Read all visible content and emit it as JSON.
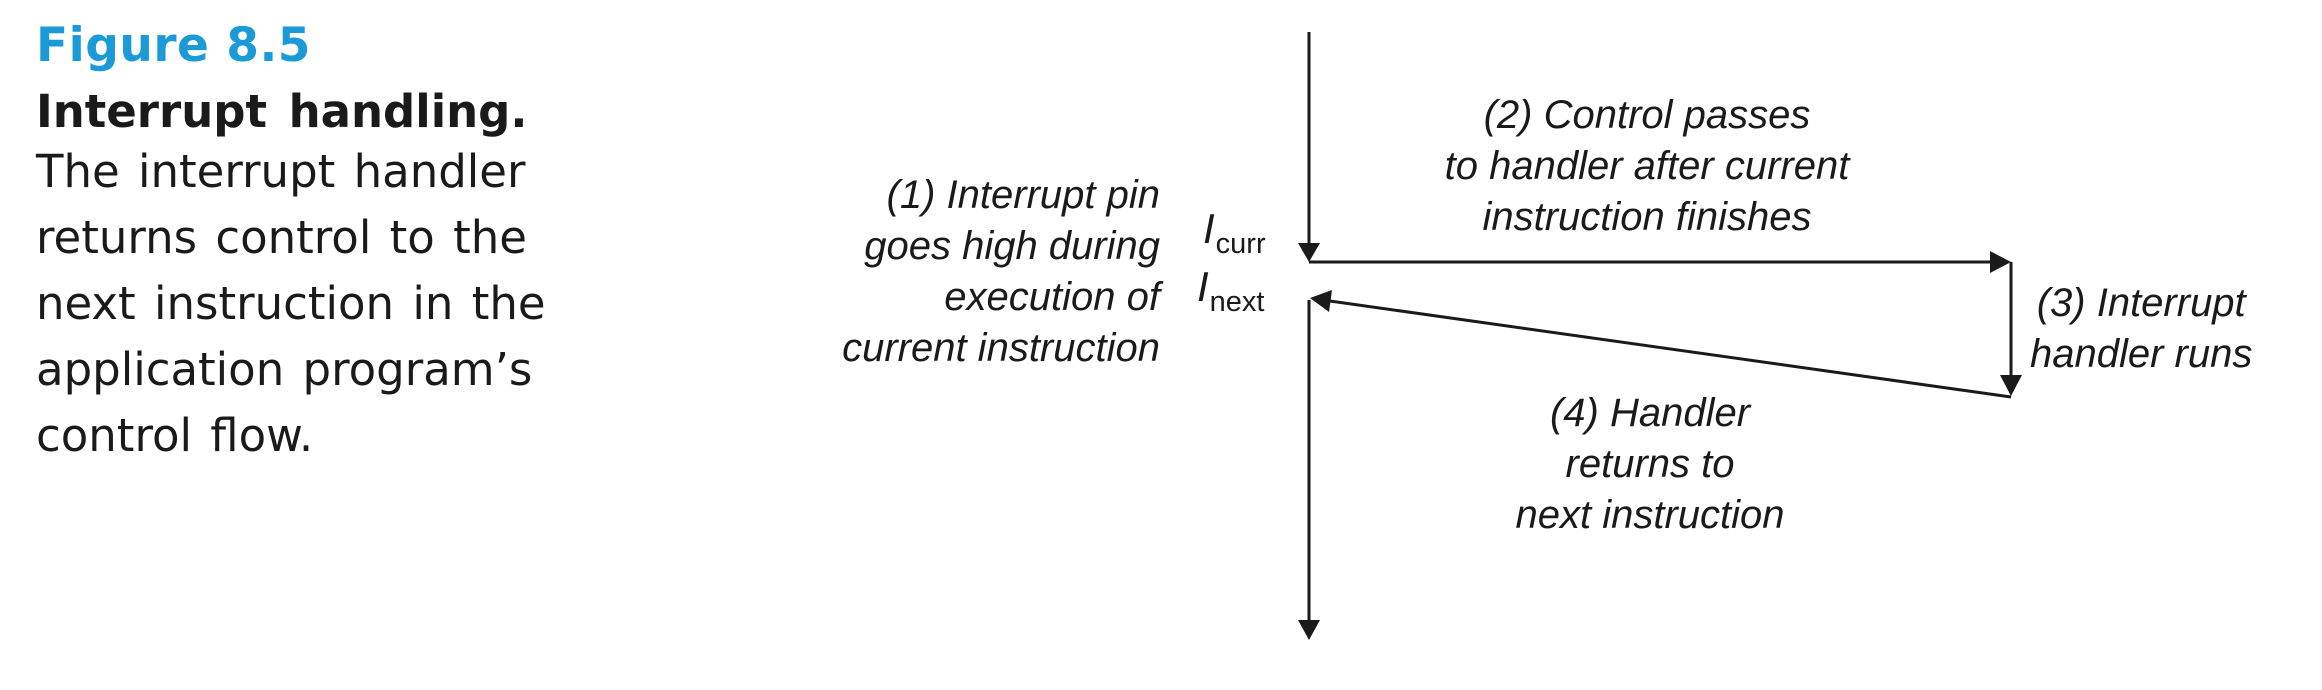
{
  "figure": {
    "number": "Figure 8.5",
    "title": "Interrupt handling.",
    "text_lines": [
      "The interrupt handler",
      "returns control to the",
      "next instruction in the",
      "application program’s",
      "control flow."
    ]
  },
  "diagram": {
    "curr": {
      "symbol": "I",
      "subscript": "curr"
    },
    "next": {
      "symbol": "I",
      "subscript": "next"
    },
    "step1": [
      "(1) Interrupt pin",
      "goes high during",
      "execution of",
      "current instruction"
    ],
    "step2": [
      "(2) Control passes",
      "to handler after current",
      "instruction finishes"
    ],
    "step3": [
      "(3) Interrupt",
      "handler runs"
    ],
    "step4": [
      "(4) Handler",
      "returns to",
      "next instruction"
    ]
  }
}
